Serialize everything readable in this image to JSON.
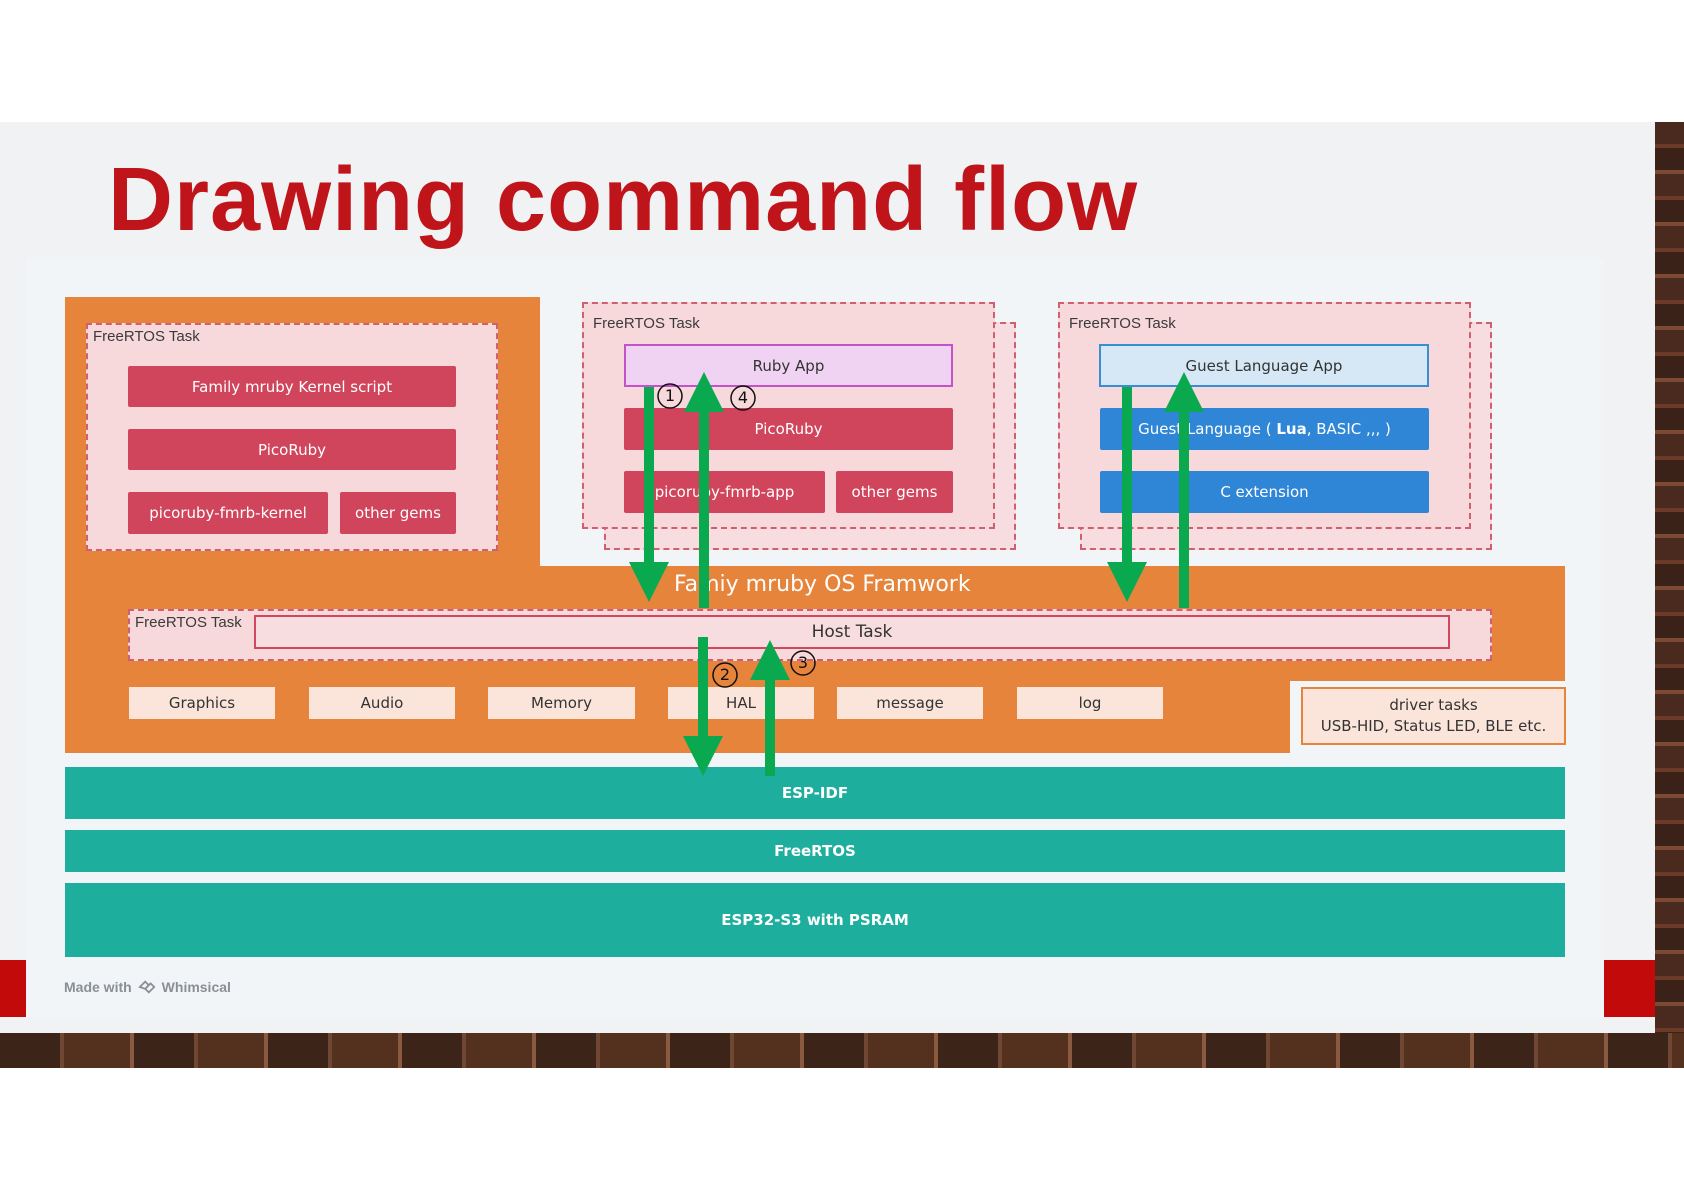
{
  "slide": {
    "title": "Drawing command flow"
  },
  "colors": {
    "title": "#c0141b",
    "framework_orange": "#e5843a",
    "task_pink": "#f7d9dc",
    "kernel_red": "#d0455b",
    "guest_blue": "#2f86d6",
    "platform_teal": "#1eae9e",
    "arrow_green": "#0aa84f"
  },
  "diagram": {
    "kernel_task": {
      "label": "FreeRTOS Task",
      "script": "Family mruby Kernel script",
      "picoruby": "PicoRuby",
      "kernel_gem": "picoruby-fmrb-kernel",
      "other_gems": "other gems"
    },
    "ruby_task": {
      "label": "FreeRTOS Task",
      "app": "Ruby App",
      "picoruby": "PicoRuby",
      "app_gem": "picoruby-fmrb-app",
      "other_gems": "other gems"
    },
    "guest_task": {
      "label": "FreeRTOS Task",
      "app": "Guest Language App",
      "language_prefix": "Guest Language ( ",
      "language_bold": "Lua",
      "language_suffix": ", BASIC ,,, )",
      "c_extension": "C extension"
    },
    "framework": {
      "label": "Famiy mruby OS Framwork",
      "host_task_label": "FreeRTOS Task",
      "host_task": "Host Task",
      "modules": [
        "Graphics",
        "Audio",
        "Memory",
        "HAL",
        "message",
        "log"
      ],
      "driver_tasks_line1": "driver tasks",
      "driver_tasks_line2": "USB-HID, Status LED, BLE etc."
    },
    "platform": {
      "esp_idf": "ESP-IDF",
      "freertos": "FreeRTOS",
      "chip": "ESP32-S3 with PSRAM"
    },
    "steps": [
      "①",
      "②",
      "③",
      "④"
    ],
    "credit": {
      "made_with": "Made with",
      "brand": "Whimsical"
    }
  }
}
